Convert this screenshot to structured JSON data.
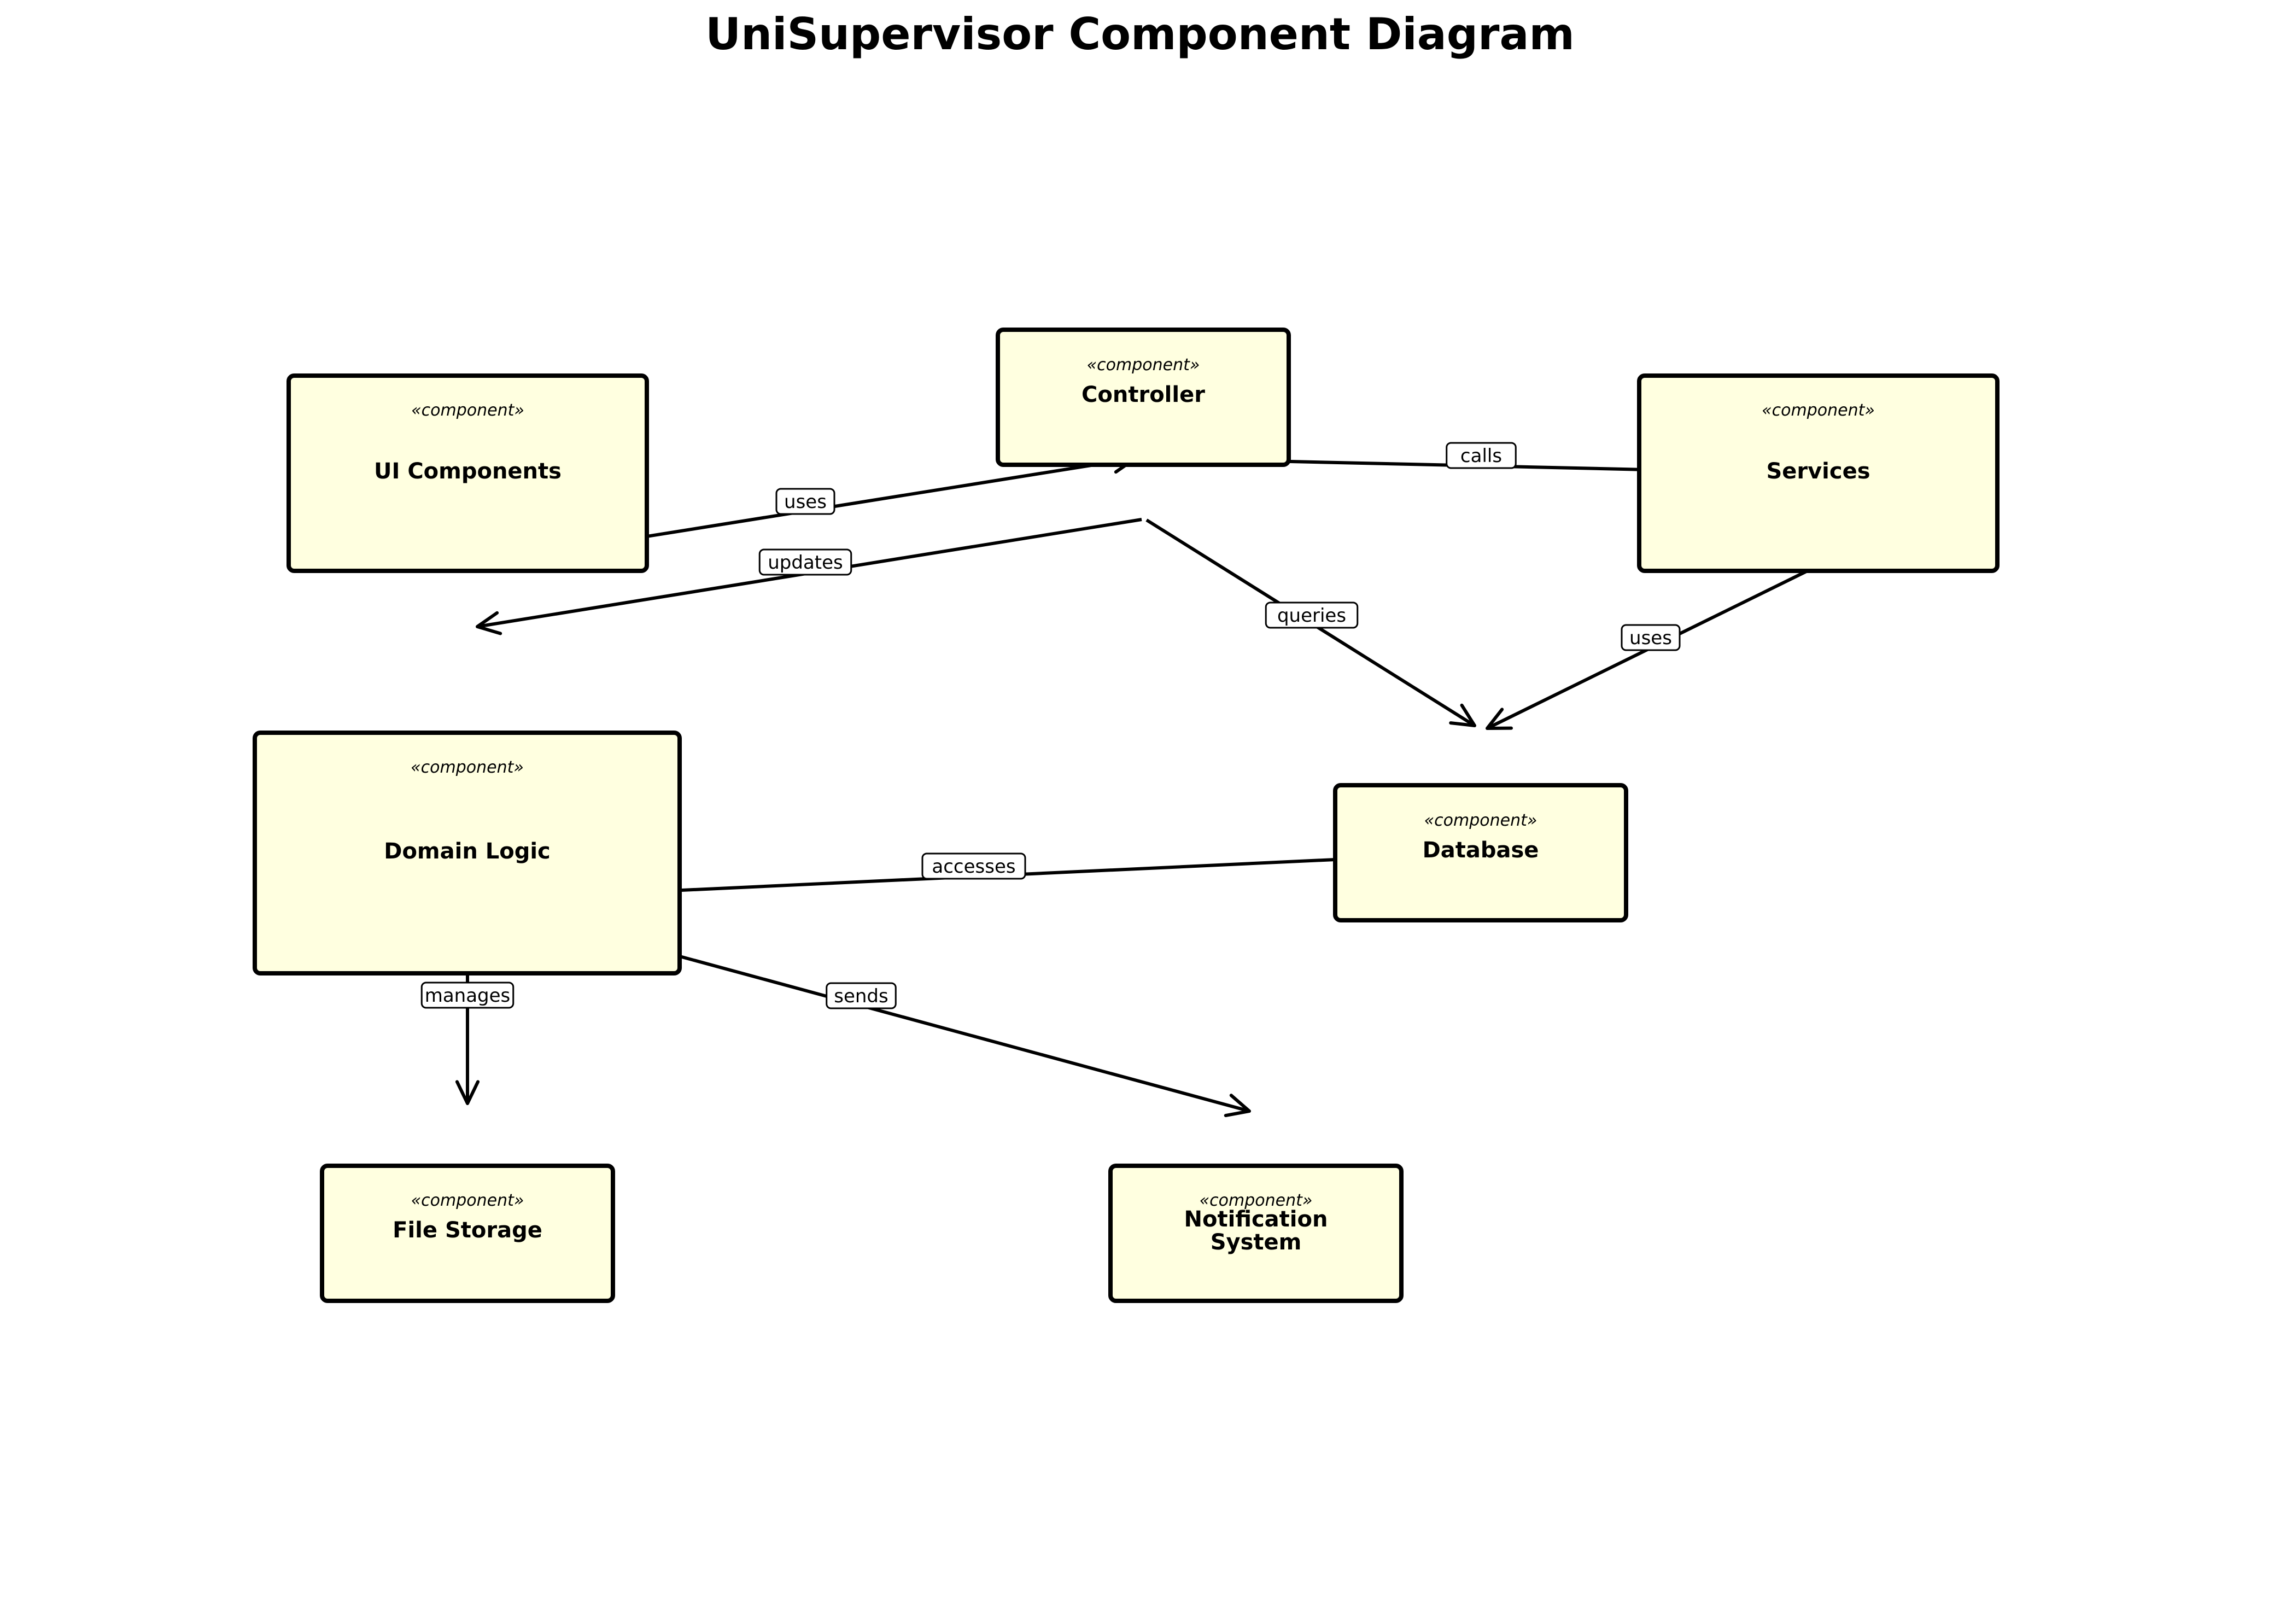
{
  "title": "UniSupervisor Component Diagram",
  "stereotype": "«component»",
  "colors": {
    "component_fill": "#ffffe0",
    "stroke": "#000000",
    "label_fill": "#ffffff"
  },
  "components": [
    {
      "id": "ui",
      "name": "UI Components"
    },
    {
      "id": "controller",
      "name": "Controller"
    },
    {
      "id": "services",
      "name": "Services"
    },
    {
      "id": "domain",
      "name": "Domain Logic"
    },
    {
      "id": "database",
      "name": "Database"
    },
    {
      "id": "files",
      "name": "File Storage"
    },
    {
      "id": "notify",
      "name": "Notification\nSystem"
    }
  ],
  "relations": [
    {
      "from": "ui",
      "to": "controller",
      "label": "uses"
    },
    {
      "from": "controller",
      "to": "ui",
      "label": "updates"
    },
    {
      "from": "controller",
      "to": "services",
      "label": "calls"
    },
    {
      "from": "controller",
      "to": "database",
      "label": "queries"
    },
    {
      "from": "services",
      "to": "database",
      "label": "uses"
    },
    {
      "from": "domain",
      "to": "database",
      "label": "accesses"
    },
    {
      "from": "domain",
      "to": "files",
      "label": "manages"
    },
    {
      "from": "domain",
      "to": "notify",
      "label": "sends"
    }
  ]
}
